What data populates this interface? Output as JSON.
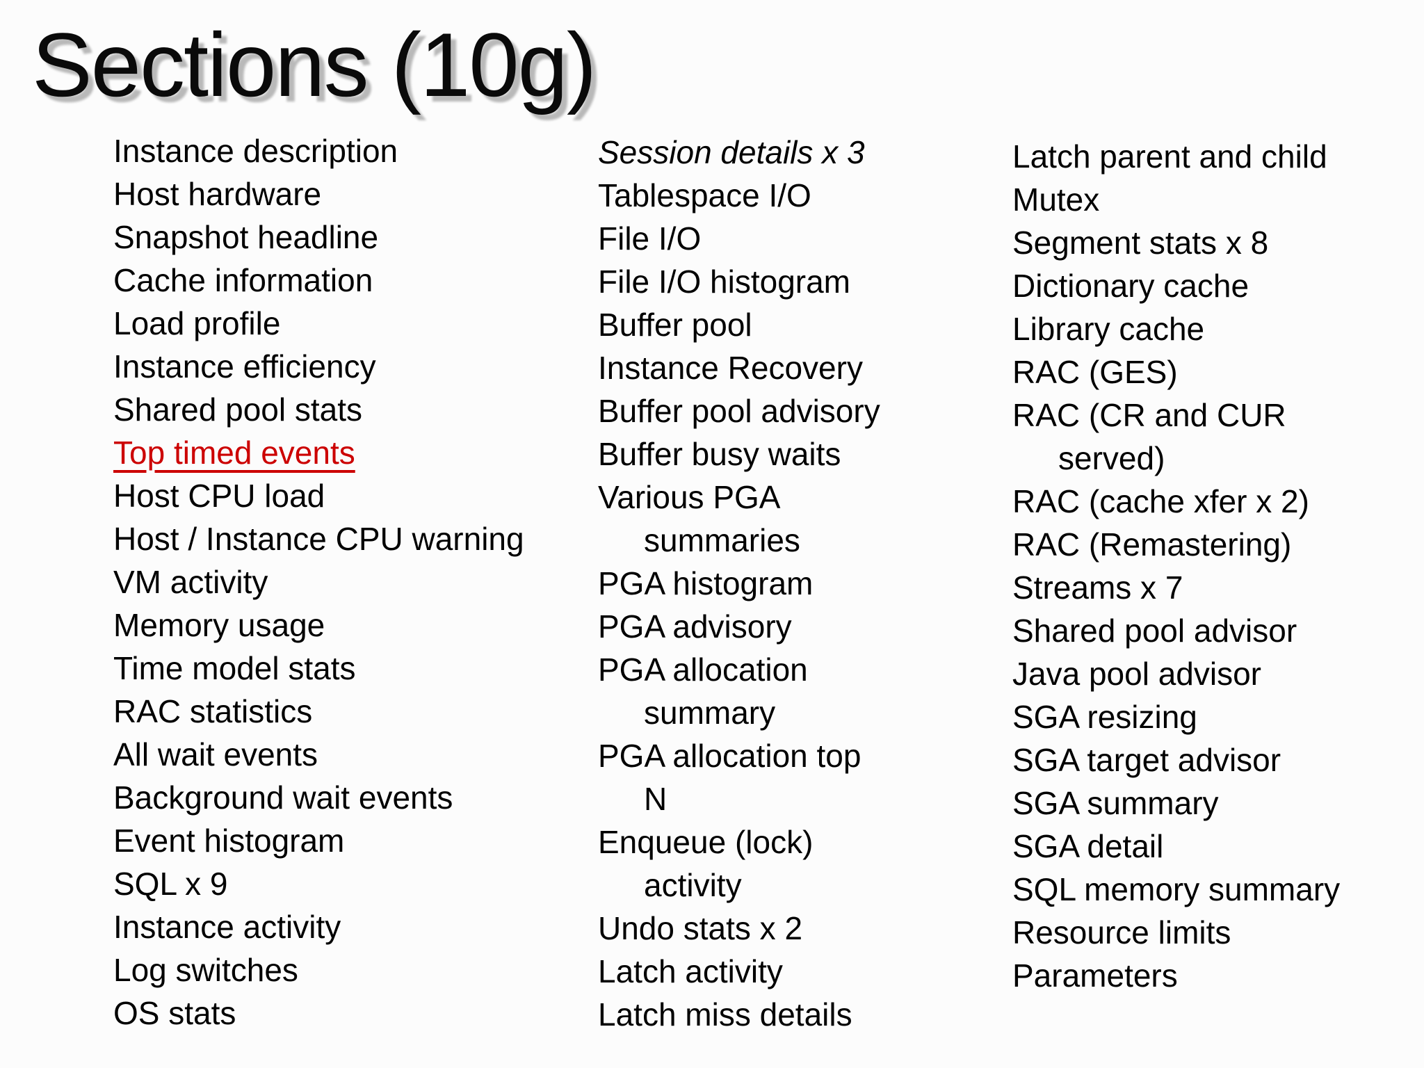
{
  "slide": {
    "title": "Sections (10g)",
    "columns": [
      {
        "name": "left",
        "items": [
          {
            "lines": [
              "Instance description"
            ]
          },
          {
            "lines": [
              "Host hardware"
            ]
          },
          {
            "lines": [
              "Snapshot headline"
            ]
          },
          {
            "lines": [
              "Cache information"
            ]
          },
          {
            "lines": [
              "Load profile"
            ]
          },
          {
            "lines": [
              "Instance efficiency"
            ]
          },
          {
            "lines": [
              "Shared pool stats"
            ]
          },
          {
            "lines": [
              "Top timed events"
            ],
            "style": "link"
          },
          {
            "lines": [
              "Host CPU load"
            ]
          },
          {
            "lines": [
              "Host / Instance CPU warning"
            ]
          },
          {
            "lines": [
              "VM activity"
            ]
          },
          {
            "lines": [
              "Memory usage"
            ]
          },
          {
            "lines": [
              "Time model stats"
            ]
          },
          {
            "lines": [
              "RAC statistics"
            ]
          },
          {
            "lines": [
              "All wait events"
            ]
          },
          {
            "lines": [
              "Background wait events"
            ]
          },
          {
            "lines": [
              "Event histogram"
            ]
          },
          {
            "lines": [
              "SQL x 9"
            ]
          },
          {
            "lines": [
              "Instance activity"
            ]
          },
          {
            "lines": [
              "Log switches"
            ]
          },
          {
            "lines": [
              "OS stats"
            ]
          }
        ]
      },
      {
        "name": "middle",
        "items": [
          {
            "lines": [
              "Session details x 3"
            ],
            "style": "italic"
          },
          {
            "lines": [
              "Tablespace I/O"
            ]
          },
          {
            "lines": [
              "File I/O"
            ]
          },
          {
            "lines": [
              "File I/O histogram"
            ]
          },
          {
            "lines": [
              "Buffer pool"
            ]
          },
          {
            "lines": [
              "Instance Recovery"
            ]
          },
          {
            "lines": [
              "Buffer pool advisory"
            ]
          },
          {
            "lines": [
              "Buffer busy waits"
            ]
          },
          {
            "lines": [
              "Various PGA",
              "summaries"
            ]
          },
          {
            "lines": [
              "PGA histogram"
            ]
          },
          {
            "lines": [
              "PGA advisory"
            ]
          },
          {
            "lines": [
              "PGA allocation",
              "summary"
            ]
          },
          {
            "lines": [
              "PGA allocation top",
              "N"
            ]
          },
          {
            "lines": [
              "Enqueue (lock)",
              "activity"
            ]
          },
          {
            "lines": [
              "Undo stats x 2"
            ]
          },
          {
            "lines": [
              "Latch activity"
            ]
          },
          {
            "lines": [
              "Latch miss details"
            ]
          }
        ]
      },
      {
        "name": "right",
        "items": [
          {
            "lines": [
              "Latch parent and child"
            ]
          },
          {
            "lines": [
              "Mutex"
            ]
          },
          {
            "lines": [
              "Segment stats x 8"
            ]
          },
          {
            "lines": [
              "Dictionary cache"
            ]
          },
          {
            "lines": [
              "Library cache"
            ]
          },
          {
            "lines": [
              "RAC (GES)"
            ]
          },
          {
            "lines": [
              "RAC (CR and CUR",
              "served)"
            ]
          },
          {
            "lines": [
              "RAC (cache xfer x 2)"
            ]
          },
          {
            "lines": [
              "RAC (Remastering)"
            ]
          },
          {
            "lines": [
              "Streams x 7"
            ]
          },
          {
            "lines": [
              "Shared pool advisor"
            ]
          },
          {
            "lines": [
              "Java pool advisor"
            ]
          },
          {
            "lines": [
              "SGA resizing"
            ]
          },
          {
            "lines": [
              "SGA target advisor"
            ]
          },
          {
            "lines": [
              "SGA summary"
            ]
          },
          {
            "lines": [
              "SGA detail"
            ]
          },
          {
            "lines": [
              "SQL memory summary"
            ]
          },
          {
            "lines": [
              "Resource limits"
            ]
          },
          {
            "lines": [
              "Parameters"
            ]
          }
        ]
      }
    ]
  },
  "colors": {
    "text": "#000000",
    "link_red": "#cc0000",
    "title_shadow": "#b9b9b9",
    "background": "#fcfcfc"
  }
}
